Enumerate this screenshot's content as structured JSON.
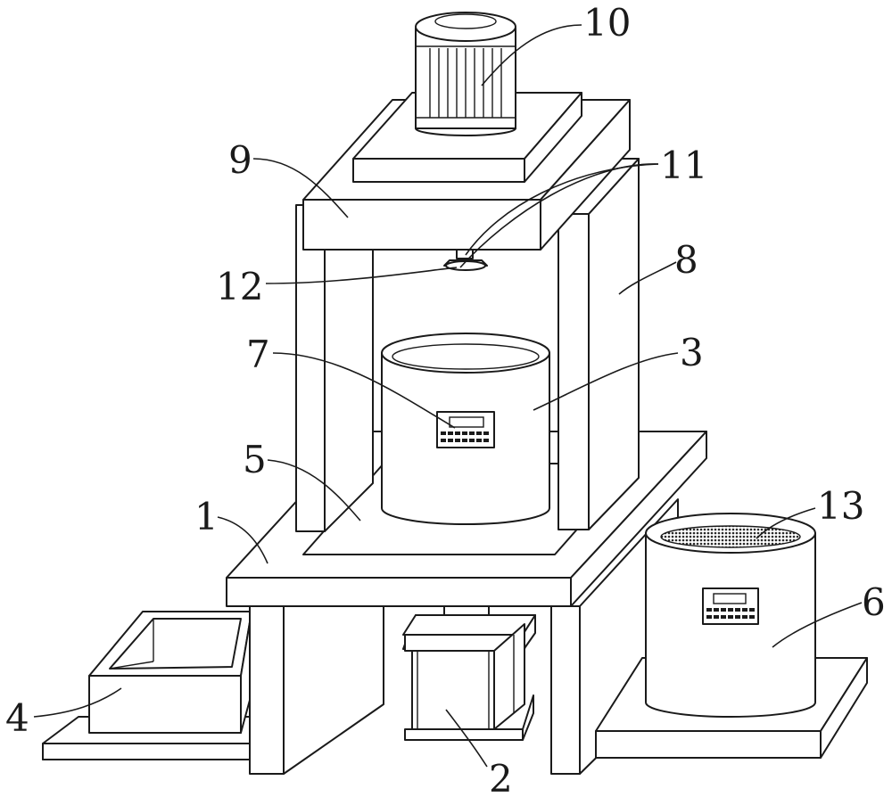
{
  "labels": [
    {
      "id": "label-1",
      "text": "1"
    },
    {
      "id": "label-2",
      "text": "2"
    },
    {
      "id": "label-3",
      "text": "3"
    },
    {
      "id": "label-4",
      "text": "4"
    },
    {
      "id": "label-5",
      "text": "5"
    },
    {
      "id": "label-6",
      "text": "6"
    },
    {
      "id": "label-7",
      "text": "7"
    },
    {
      "id": "label-8",
      "text": "8"
    },
    {
      "id": "label-9",
      "text": "9"
    },
    {
      "id": "label-10",
      "text": "10"
    },
    {
      "id": "label-11",
      "text": "11"
    },
    {
      "id": "label-12",
      "text": "12"
    },
    {
      "id": "label-13",
      "text": "13"
    }
  ],
  "colors": {
    "stroke": "#1a1a1a",
    "fill": "#ffffff",
    "mesh": "#3a3a3a"
  }
}
